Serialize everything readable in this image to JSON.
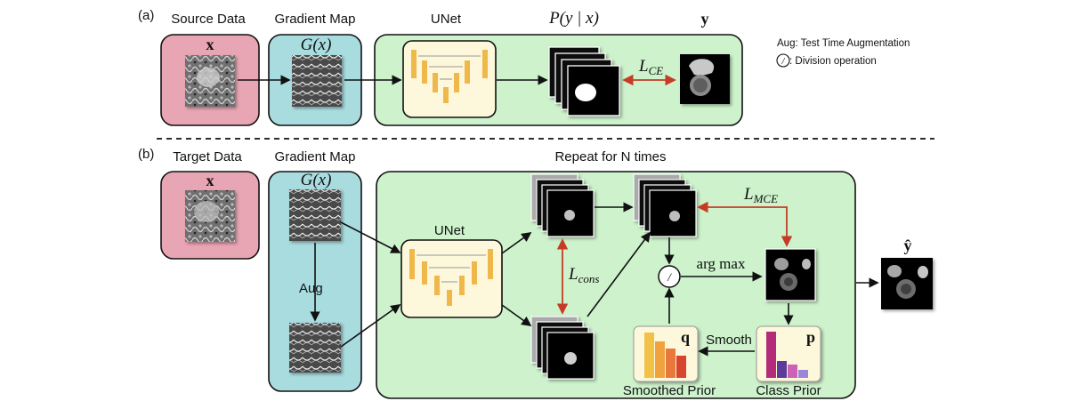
{
  "panel_a": {
    "tag": "(a)",
    "source_label": "Source Data",
    "x_label": "x",
    "gradient_label": "Gradient Map",
    "gx_label": "G(x)",
    "unet_label": "UNet",
    "pyx_label": "P(y | x)",
    "y_label": "y",
    "loss_label": "L",
    "loss_sub": "CE"
  },
  "legend": {
    "aug": "Aug: Test Time Augmentation",
    "div_symbol": "/",
    "div": ": Division operation"
  },
  "panel_b": {
    "tag": "(b)",
    "target_label": "Target Data",
    "x_label": "x",
    "gradient_label": "Gradient Map",
    "gx_label": "G(x)",
    "aug_label": "Aug",
    "repeat_label": "Repeat for N times",
    "unet_label": "UNet",
    "cons_label": "L",
    "cons_sub": "cons",
    "mce_label": "L",
    "mce_sub": "MCE",
    "div_symbol": "/",
    "argmax_label": "arg max",
    "smooth_label": "Smooth",
    "q_label": "q",
    "p_label": "p",
    "smoothed_prior_label": "Smoothed Prior",
    "class_prior_label": "Class Prior",
    "yhat_label": "ŷ"
  },
  "colors": {
    "source_fill": "#e8a5b3",
    "gradient_fill": "#a8dcdf",
    "green_fill": "#cdf2cc",
    "unet_fill": "#fdf8dc",
    "unet_bar": "#f0b74a",
    "loss_arrow": "#c63b26",
    "q_bars": [
      "#f2c147",
      "#f0a23f",
      "#e8793a",
      "#d8452e"
    ],
    "p_bars": [
      "#b42b7a",
      "#5e3b98",
      "#cc62b4",
      "#9a86d6"
    ]
  }
}
